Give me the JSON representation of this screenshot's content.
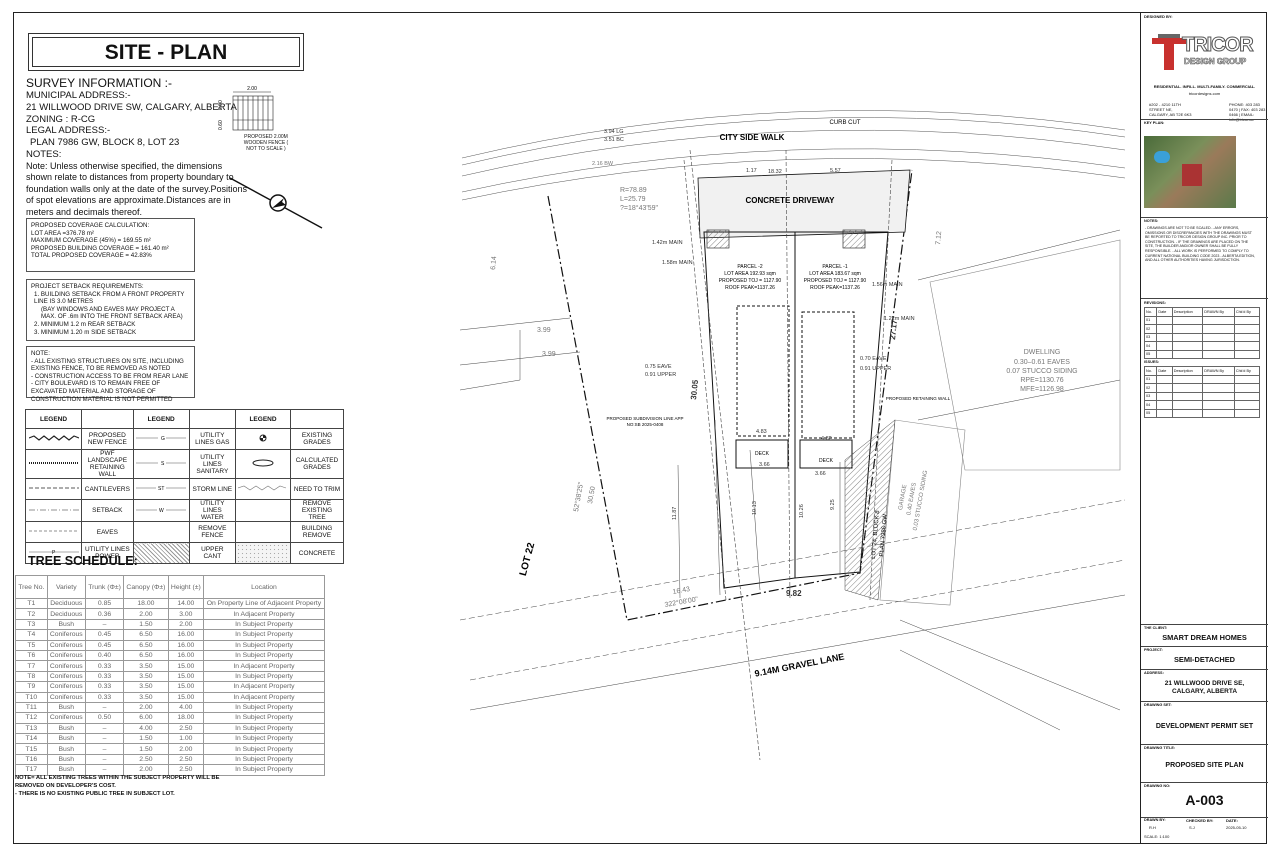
{
  "title": "SITE - PLAN",
  "survey": {
    "heading": "SURVEY INFORMATION :-",
    "municipal_label": "MUNICIPAL ADDRESS:-",
    "municipal_address": "21 WILLWOOD DRIVE SW, CALGARY, ALBERTA",
    "zoning": "ZONING : R-CG",
    "legal_label": "LEGAL ADDRESS:-",
    "legal_address": "PLAN 7986 GW, BLOCK 8, LOT 23",
    "notes_label": "NOTES:",
    "notes_text": "Note: Unless otherwise specified, the dimensions shown relate to distances from property boundary to foundation walls only at the date of the survey.Positions of spot elevations are approximate.Distances are in meters and decimals thereof."
  },
  "fence_detail": {
    "dim_top": "2.00",
    "dim_side": "2.00",
    "dim_bottom": "0.60",
    "caption": "PROPOSED 2.00M WOODEN FENCE ( NOT TO SCALE )"
  },
  "coverage": {
    "heading": "PROPOSED COVERAGE CALCULATION:",
    "lines": [
      "LOT AREA =376.78 m²",
      "MAXIMUM COVERAGE (45%) = 169.55 m²",
      "PROPOSED BUILDING COVERAGE = 161.40 m²",
      "TOTAL PROPOSED COVERAGE = 42.83%"
    ]
  },
  "setbacks": {
    "heading": "PROJECT SETBACK REQUIREMENTS:",
    "lines": [
      "1. BUILDING SETBACK FROM A FRONT PROPERTY LINE IS 3.0 METRES",
      "(BAY WINDOWS  AND EAVES MAY PROJECT A MAX. OF .6m INTO THE FRONT SETBACK AREA)",
      "2. MINIMUM 1.2 m REAR SETBACK",
      "3. MINIMUM 1.20 m SIDE SETBACK"
    ]
  },
  "site_note": {
    "heading": "NOTE:",
    "lines": [
      "- ALL EXISTING STRUCTURES ON SITE, INCLUDING EXISTING FENCE, TO BE REMOVED AS NOTED",
      "- CONSTRUCTION ACCESS TO BE FROM REAR LANE",
      "- CITY BOULEVARD IS TO REMAIN FREE OF EXCAVATED MATERIAL AND STORAGE OF CONSTRUCTION MATERIAL IS NOT PERMITTED"
    ]
  },
  "legend": {
    "header": "LEGEND",
    "rows": [
      [
        "PROPOSED NEW FENCE",
        "UTILITY LINES GAS",
        "EXISTING GRADES"
      ],
      [
        "PWF LANDSCAPE RETAINING WALL",
        "UTILITY LINES SANITARY",
        "CALCULATED GRADES"
      ],
      [
        "CANTILEVERS",
        "STORM LINE",
        "NEED TO TRIM"
      ],
      [
        "SETBACK",
        "UTILITY LINES WATER",
        "REMOVE EXISTING TREE"
      ],
      [
        "EAVES",
        "REMOVE FENCE",
        "BUILDING REMOVE"
      ],
      [
        "UTILITY LINES POWER",
        "UPPER CANT",
        "CONCRETE"
      ]
    ]
  },
  "tree_schedule": {
    "heading": "TREE SCHEDULE:",
    "columns": [
      "Tree No.",
      "Variety",
      "Trunk (Φ±)",
      "Canopy (Φ±)",
      "Height (±)",
      "Location"
    ],
    "rows": [
      [
        "T1",
        "Deciduous",
        "0.85",
        "18.00",
        "14.00",
        "On Property Line of Adjacent Property"
      ],
      [
        "T2",
        "Deciduous",
        "0.36",
        "2.00",
        "3.00",
        "In Adjacent Property"
      ],
      [
        "T3",
        "Bush",
        "–",
        "1.50",
        "2.00",
        "In Subject Property"
      ],
      [
        "T4",
        "Coniferous",
        "0.45",
        "6.50",
        "16.00",
        "In Subject Property"
      ],
      [
        "T5",
        "Coniferous",
        "0.45",
        "6.50",
        "16.00",
        "In Subject Property"
      ],
      [
        "T6",
        "Coniferous",
        "0.40",
        "6.50",
        "16.00",
        "In Subject Property"
      ],
      [
        "T7",
        "Coniferous",
        "0.33",
        "3.50",
        "15.00",
        "In Adjacent Property"
      ],
      [
        "T8",
        "Coniferous",
        "0.33",
        "3.50",
        "15.00",
        "In Subject Property"
      ],
      [
        "T9",
        "Coniferous",
        "0.33",
        "3.50",
        "15.00",
        "In Adjacent Property"
      ],
      [
        "T10",
        "Coniferous",
        "0.33",
        "3.50",
        "15.00",
        "In Adjacent Property"
      ],
      [
        "T11",
        "Bush",
        "–",
        "2.00",
        "4.00",
        "In Subject Property"
      ],
      [
        "T12",
        "Coniferous",
        "0.50",
        "6.00",
        "18.00",
        "In Subject Property"
      ],
      [
        "T13",
        "Bush",
        "–",
        "4.00",
        "2.50",
        "In Subject Property"
      ],
      [
        "T14",
        "Bush",
        "–",
        "1.50",
        "1.00",
        "In Subject Property"
      ],
      [
        "T15",
        "Bush",
        "–",
        "1.50",
        "2.00",
        "In Subject Property"
      ],
      [
        "T16",
        "Bush",
        "–",
        "2.50",
        "2.50",
        "In Subject Property"
      ],
      [
        "T17",
        "Bush",
        "–",
        "2.00",
        "2.50",
        "In Subject Property"
      ]
    ],
    "footnote1": "NOTE= ALL EXISTING TREES WITHIN THE SUBJECT PROPERTY WILL BE REMOVED ON DEVELOPER'S COST.",
    "footnote2": "- THERE IS NO EXISTING PUBLIC TREE IN SUBJECT LOT."
  },
  "plan": {
    "curb_cut": "CURB CUT",
    "city_side_walk": "CITY SIDE WALK",
    "concrete_driveway": "CONCRETE DRIVEWAY",
    "gravel_lane": "9.14M GRAVEL LANE",
    "lot22": "LOT 22",
    "parcel2": [
      "PARCEL -2",
      "LOT AREA 192.93 sqm",
      "PROPOSED TOJ = 1127.90",
      "ROOF PEAK=1137.26"
    ],
    "parcel1": [
      "PARCEL -1",
      "LOT AREA 183.67 sqm",
      "PROPOSED TOJ = 1127.90",
      "ROOF PEAK=1137.26"
    ],
    "dwelling": [
      "DWELLING",
      "0.30–0.61 EAVES",
      "0.07 STUCCO SIDING",
      "RPE=1130.76",
      "MFE=1126.98"
    ],
    "garage": [
      "GARAGE",
      "0.40 EAVES",
      "0.03 STUCCO SIDING"
    ],
    "lot_plan": [
      "LOT 24, BLOCK 8",
      "PLAN 7986 GW"
    ],
    "subdivision": [
      "PROPOSED SUBDIVISION LINE APP",
      "NO:SB 2025-0408"
    ],
    "retaining": "PROPOSED RETAINING WALL",
    "deck": "DECK",
    "dims": {
      "d1": "3.94 LG",
      "d2": "3.51 BC",
      "d3": "2.16 BW",
      "d4": "18.32",
      "d5": "1.17",
      "d6": "5.57",
      "arc": "R=78.89",
      "arc2": "L=25.79",
      "arc3": "?=18°43'59\"",
      "left_side": "52°38'25\"",
      "left_len": "30.50",
      "lot_len": "30.05",
      "right_len": "27.17",
      "rear": "9.82",
      "rear2": "16.43",
      "rear3": "322°08'00\"",
      "side_399a": "3.99",
      "side_399b": "3.99",
      "r614": "6.14",
      "r712": "7.12",
      "d483": "4.83",
      "d482": "4.82",
      "d366a": "3.66",
      "d366b": "3.66",
      "e075": "0.75 EAVE",
      "e091": "0.91 UPPER",
      "e070": "0.70 EAVE",
      "e091b": "0.91 UPPER",
      "m142": "1.42m MAIN",
      "m158": "1.58m MAIN",
      "m122": "1.22m MAIN",
      "m156": "1.56m MAIN",
      "v1187": "11.87",
      "v1013": "10.13",
      "v1026": "10.26",
      "v925": "9.25"
    }
  },
  "title_block": {
    "designed_by": "DESIGNED BY:",
    "company": "TRICOR",
    "company_sub": "DESIGN GROUP",
    "tagline": "RESIDENTIAL. INFILL. MULTI-FAMILY. COMMERCIAL.",
    "website": "tricordesigns.com",
    "address": "#202 - 4210 11TH STREET NE, CALGARY, AB T2E 6K3",
    "phone": "PHONE: 403 283 0470 | FAX: 403 283 0466 | EMAIL: info@tricor.ca",
    "key_plan": "KEY PLAN:",
    "notes_label": "NOTES:",
    "notes_text": "- DRAWINGS ARE NOT TO BE SCALED. - ANY ERRORS, OMISSIONS OR DISCREPANCIES WITH THE DRAWINGS MUST BE REPORTED TO TRICOR DESIGN GROUP INC. PRIOR TO CONSTRUCTION. - IF THE DRAWINGS ARE PLACED ON THE SITE, THE BUILDER AND/OR OWNER SHALL BE FULLY RESPONSIBLE. - ALL WORK IS PERFORMED TO COMPLY TO CURRENT NATIONAL BUILDING CODE 2023 - ALBERTA EDITION, AND ALL OTHER AUTHORITIES HAVING JURISDICTION.",
    "revisions_label": "REVISIONS:",
    "issues_label": "ISSUES:",
    "rev_cols": [
      "No.",
      "Date",
      "Description",
      "DRAWN By",
      "Chk'd By"
    ],
    "rev_nums": [
      "01",
      "02",
      "03",
      "04",
      "05"
    ],
    "client_label": "THE CLIENT:",
    "client": "SMART DREAM HOMES",
    "project_label": "PROJECT:",
    "project": "SEMI-DETACHED",
    "address_label": "ADDRESS:",
    "project_address_1": "21 WILLWOOD DRIVE SE,",
    "project_address_2": "CALGARY, ALBERTA",
    "drawing_set_label": "DRAWING SET:",
    "drawing_set": "DEVELOPMENT PERMIT SET",
    "drawing_title_label": "DRAWING TITLE:",
    "drawing_title": "PROPOSED SITE PLAN",
    "drawing_no_label": "DRAWING NO:",
    "drawing_no": "A-003",
    "drawn_by_label": "DRAWN BY:",
    "drawn_by": "R.H",
    "checked_by_label": "CHECKED BY:",
    "checked_by": "S.J",
    "date_label": "DATE:",
    "date": "2025-05-10",
    "scale": "SCALE: 1:100"
  }
}
